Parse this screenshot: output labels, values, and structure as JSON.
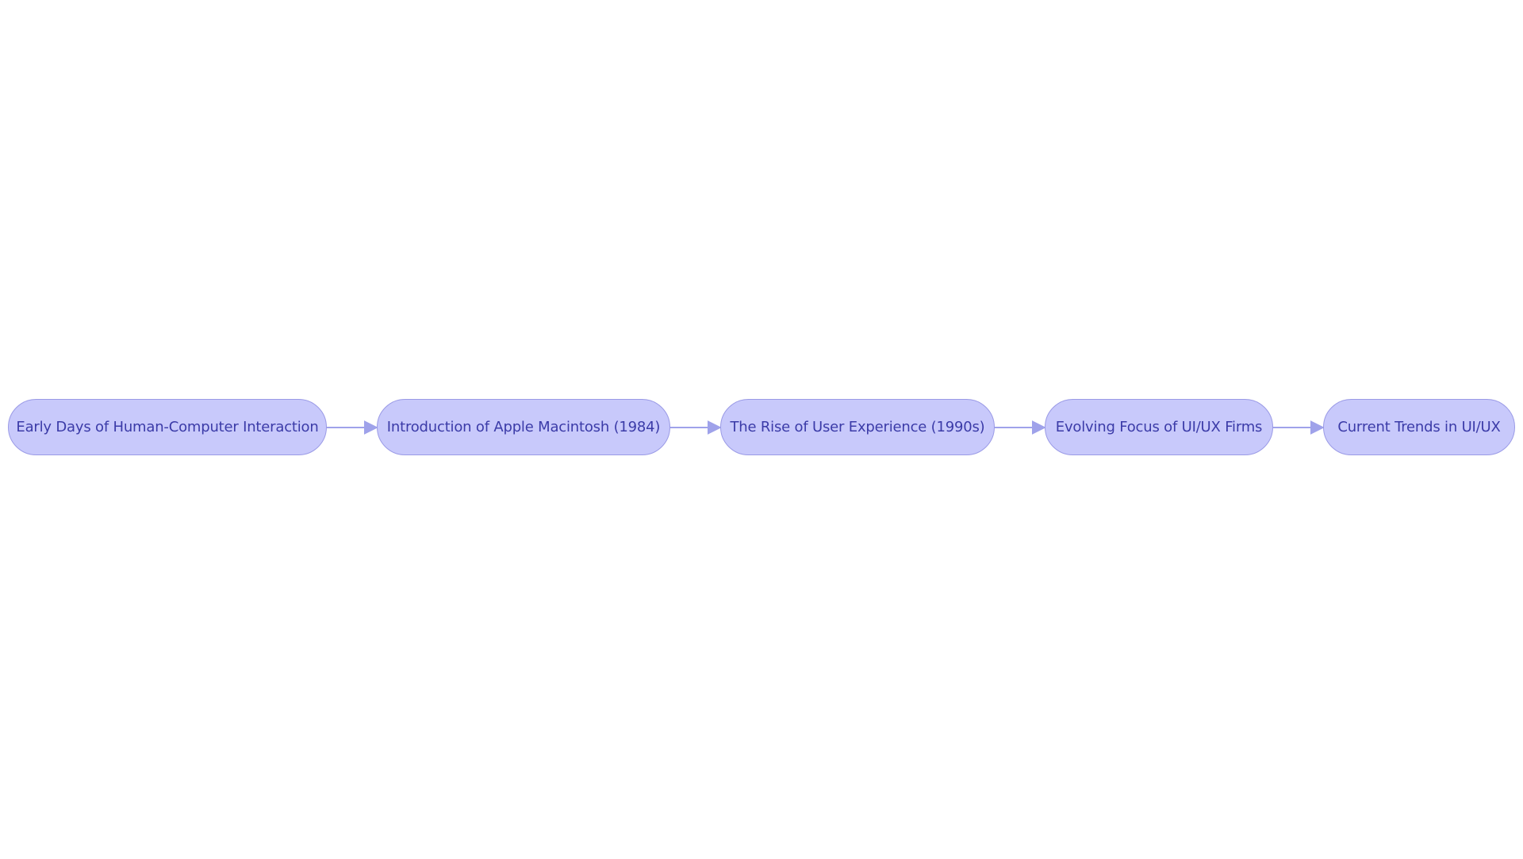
{
  "colors": {
    "node_fill": "#c8c9fb",
    "node_border": "#9a9ae6",
    "node_text": "#3b3ba8",
    "edge": "#9fa2ea",
    "background": "#ffffff"
  },
  "diagram": {
    "direction": "left-to-right",
    "nodes": [
      {
        "id": "n1",
        "label": "Early Days of Human-Computer Interaction"
      },
      {
        "id": "n2",
        "label": "Introduction of Apple Macintosh (1984)"
      },
      {
        "id": "n3",
        "label": "The Rise of User Experience (1990s)"
      },
      {
        "id": "n4",
        "label": "Evolving Focus of UI/UX Firms"
      },
      {
        "id": "n5",
        "label": "Current Trends in UI/UX"
      }
    ],
    "edges": [
      {
        "from": "n1",
        "to": "n2"
      },
      {
        "from": "n2",
        "to": "n3"
      },
      {
        "from": "n3",
        "to": "n4"
      },
      {
        "from": "n4",
        "to": "n5"
      }
    ]
  }
}
